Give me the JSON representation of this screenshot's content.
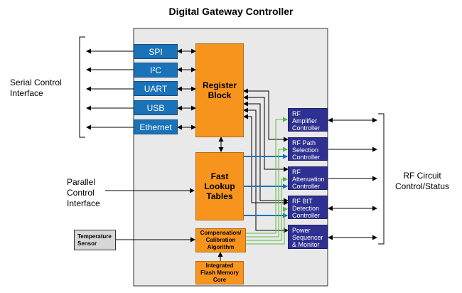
{
  "title": "Digital Gateway Controller",
  "labels": {
    "serial": "Serial Control\nInterface",
    "parallel": "Parallel\nControl\nInterface",
    "rf_circuit": "RF Circuit\nControl/Status"
  },
  "interfaces": [
    "SPI",
    "I²C",
    "UART",
    "USB",
    "Ethernet"
  ],
  "core_blocks": {
    "register": "Register\nBlock",
    "lookup": "Fast\nLookup\nTables",
    "compensation": "Compensation/\nCalibration\nAlgorithm",
    "flash": "Integrated\nFlash Memory\nCore"
  },
  "rf_blocks": [
    "RF\nAmplifier\nController",
    "RF Path\nSelection\nController",
    "RF\nAttenuation\nController",
    "RF BIT\nDetection\nController",
    "Power\nSequencer\n& Monitor"
  ],
  "sensor": "Temperature\nSensor",
  "colors": {
    "interface_blue": "#1a72b8",
    "core_orange": "#f7941d",
    "rf_navy": "#2f3192",
    "panel_grey": "#e9e9e9",
    "line_blue": "#1a72b8",
    "line_green": "#5ab947"
  }
}
